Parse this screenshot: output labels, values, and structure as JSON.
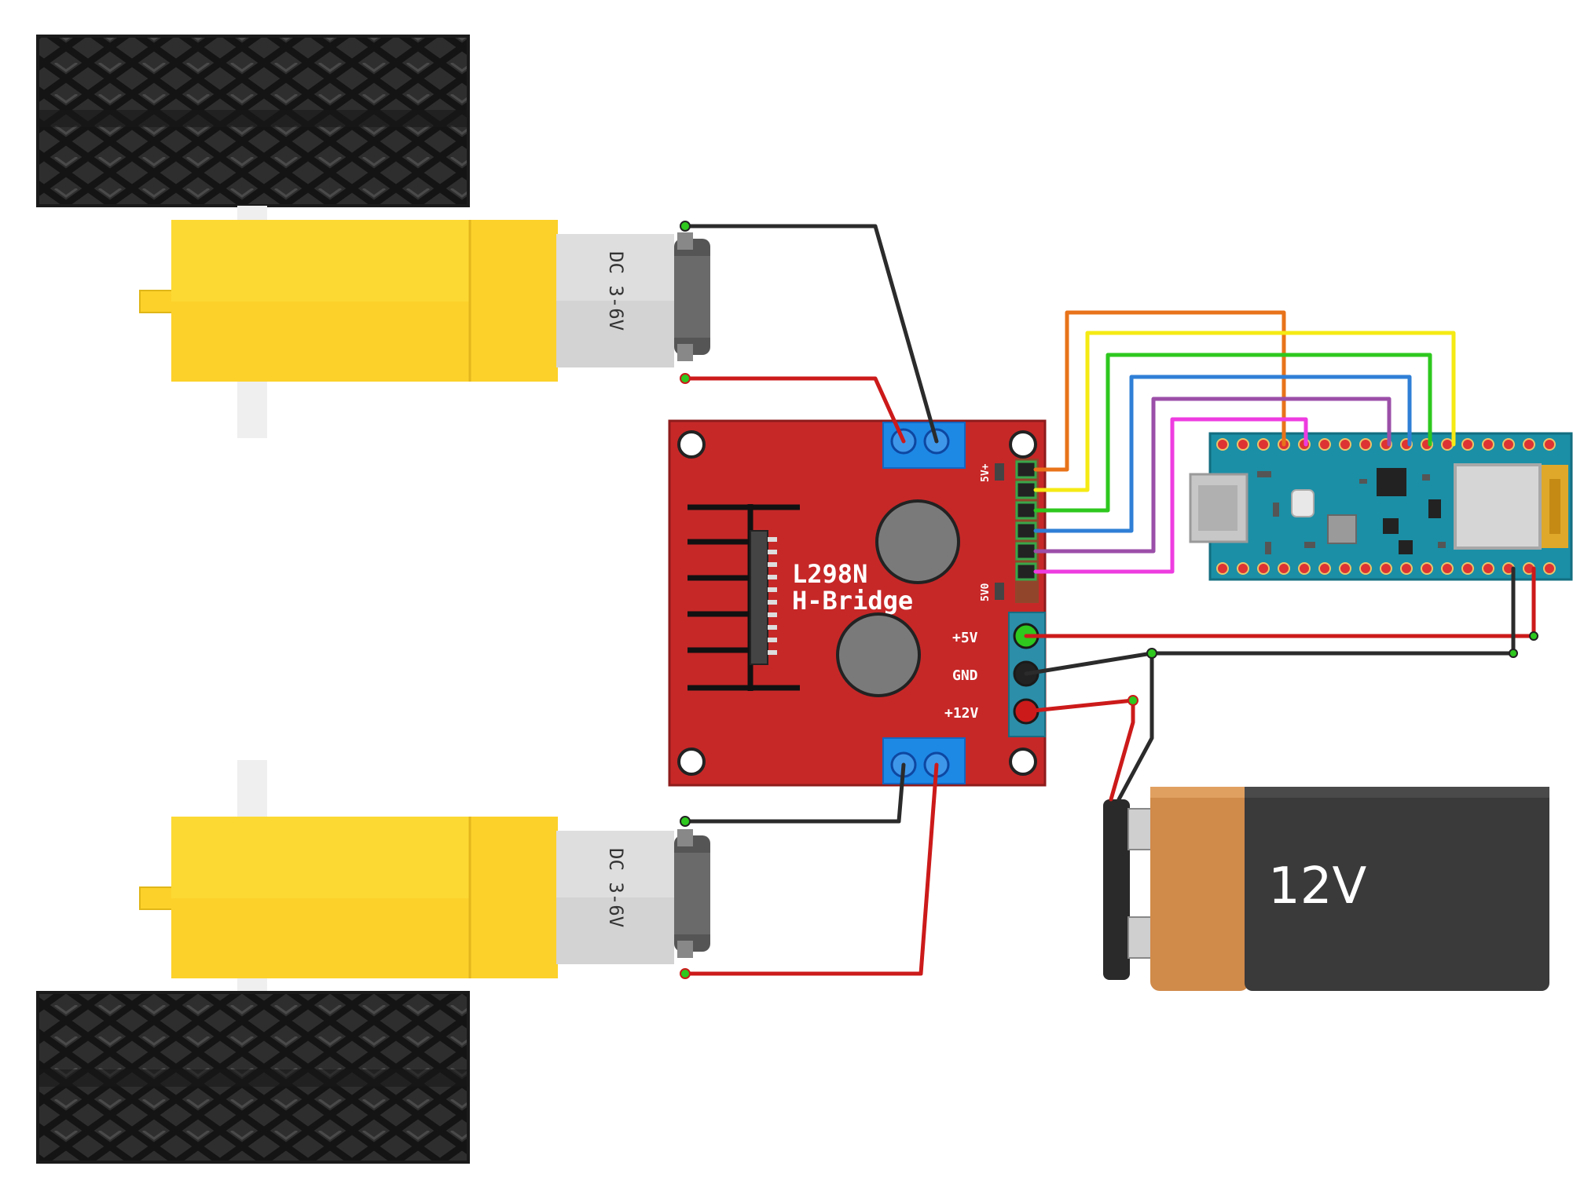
{
  "motor_top": {
    "label": "DC 3-6V"
  },
  "motor_bottom": {
    "label": "DC 3-6V"
  },
  "driver": {
    "title_line1": "L298N",
    "title_line2": "H-Bridge",
    "header_top_label": "5V+",
    "header_bottom_label": "5V0",
    "power_labels": [
      "+5V",
      "GND",
      "+12V"
    ],
    "body_color": "#c62828"
  },
  "battery": {
    "label": "12V"
  },
  "wire_colors": {
    "orange": "#e8731a",
    "yellow": "#f5ea14",
    "green": "#2ec81e",
    "blue": "#2f7fd6",
    "purple": "#9b4fa8",
    "magenta": "#ee3ce0",
    "red": "#cc1a1a",
    "black": "#2b2b2b"
  },
  "colors": {
    "motor_yellow": "#fcd12a",
    "tire": "#2a2a2a",
    "board_teal": "#1b8fa6",
    "terminal_blue": "#1e88e5",
    "battery_orange": "#d08a4a",
    "battery_dark": "#3a3a3a"
  }
}
